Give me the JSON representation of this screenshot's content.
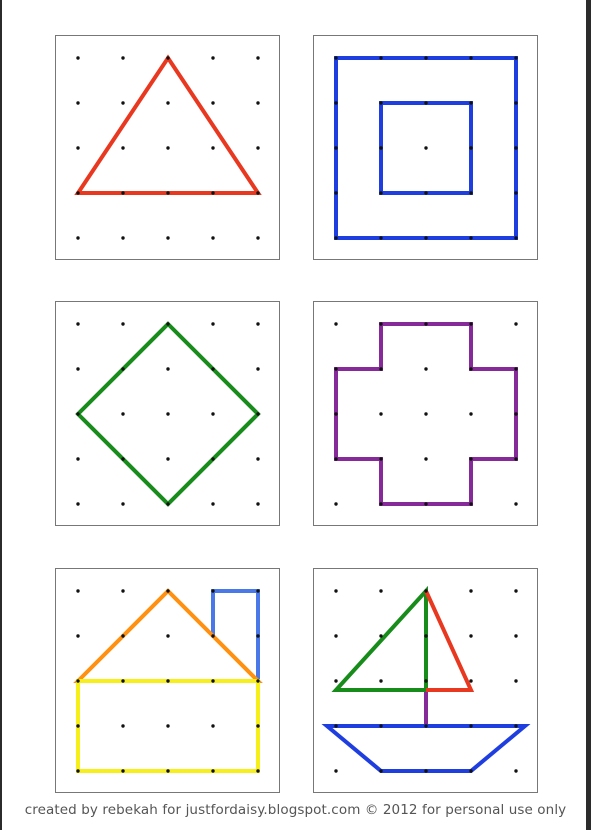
{
  "boards": [
    {
      "name": "triangle",
      "shapes": [
        {
          "color": "#e8381f",
          "points": [
            [
              2,
              0
            ],
            [
              0,
              3
            ],
            [
              4,
              3
            ]
          ],
          "closed": true
        }
      ]
    },
    {
      "name": "nested-squares",
      "shapes": [
        {
          "color": "#1f3ee0",
          "points": [
            [
              0,
              0
            ],
            [
              4,
              0
            ],
            [
              4,
              4
            ],
            [
              0,
              4
            ]
          ],
          "closed": true
        },
        {
          "color": "#1f3ee0",
          "points": [
            [
              1,
              1
            ],
            [
              3,
              1
            ],
            [
              3,
              3
            ],
            [
              1,
              3
            ]
          ],
          "closed": true
        }
      ]
    },
    {
      "name": "diamond",
      "shapes": [
        {
          "color": "#188c1b",
          "points": [
            [
              2,
              0
            ],
            [
              4,
              2
            ],
            [
              2,
              4
            ],
            [
              0,
              2
            ]
          ],
          "closed": true
        }
      ]
    },
    {
      "name": "plus-cross",
      "shapes": [
        {
          "color": "#862a9a",
          "points": [
            [
              1,
              0
            ],
            [
              3,
              0
            ],
            [
              3,
              1
            ],
            [
              4,
              1
            ],
            [
              4,
              3
            ],
            [
              3,
              3
            ],
            [
              3,
              4
            ],
            [
              1,
              4
            ],
            [
              1,
              3
            ],
            [
              0,
              3
            ],
            [
              0,
              1
            ],
            [
              1,
              1
            ]
          ],
          "closed": true
        }
      ]
    },
    {
      "name": "house",
      "shapes": [
        {
          "color": "#4a78e8",
          "points": [
            [
              3,
              1
            ],
            [
              3,
              0
            ],
            [
              4,
              0
            ],
            [
              4,
              2
            ]
          ],
          "closed": false
        },
        {
          "color": "#ff9010",
          "points": [
            [
              0,
              2
            ],
            [
              2,
              0
            ],
            [
              4,
              2
            ]
          ],
          "closed": true
        },
        {
          "color": "#f7ef1a",
          "points": [
            [
              0,
              2
            ],
            [
              4,
              2
            ],
            [
              4,
              4
            ],
            [
              0,
              4
            ]
          ],
          "closed": true
        }
      ]
    },
    {
      "name": "sailboat",
      "shapes": [
        {
          "color": "#862a9a",
          "points": [
            [
              2,
              0
            ],
            [
              2,
              3
            ]
          ],
          "closed": false
        },
        {
          "color": "#188c1b",
          "points": [
            [
              2,
              0
            ],
            [
              0,
              2.2
            ],
            [
              2,
              2.2
            ]
          ],
          "closed": true
        },
        {
          "color": "#e8381f",
          "points": [
            [
              2,
              0
            ],
            [
              3,
              2.2
            ],
            [
              2,
              2.2
            ]
          ],
          "closed": false
        },
        {
          "color": "#1f3ee0",
          "points": [
            [
              -0.2,
              3
            ],
            [
              4.2,
              3
            ],
            [
              3,
              4
            ],
            [
              1,
              4
            ]
          ],
          "closed": true
        }
      ]
    }
  ],
  "credit": "created by rebekah for justfordaisy.blogspot.com © 2012 for personal use only"
}
